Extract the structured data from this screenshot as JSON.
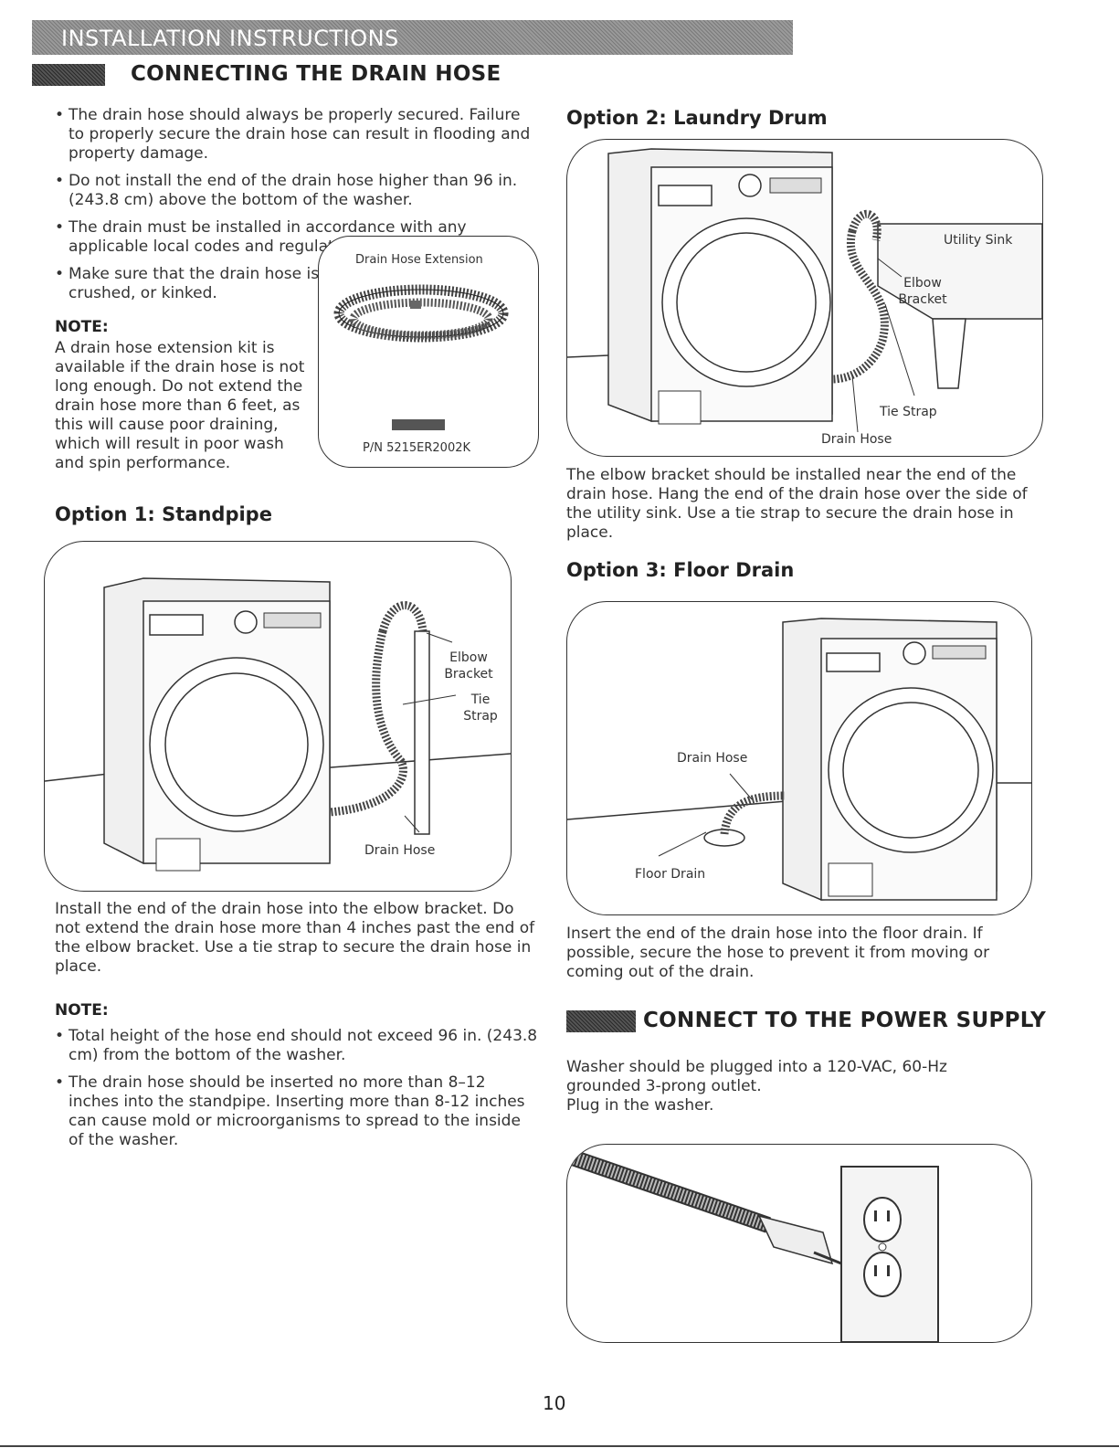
{
  "header": {
    "banner": "INSTALLATION INSTRUCTIONS"
  },
  "drain_section": {
    "title": "CONNECTING THE DRAIN HOSE",
    "bullets": [
      "The drain hose should always be properly secured. Failure to properly secure the drain hose can result in flooding and property damage.",
      "Do not install the end of the drain hose higher than 96 in. (243.8 cm) above the bottom of the washer.",
      "The drain must be installed in accordance with any applicable local codes and regulations.",
      "Make sure that the drain hose is not stretched, pinched, crushed, or kinked."
    ],
    "note_label": "NOTE:",
    "note_text": "A drain hose extension kit is available if the drain hose is not long enough. Do not extend the drain hose more than 6 feet, as this will cause poor draining, which will result in poor wash and spin performance.",
    "extension_title": "Drain Hose Extension",
    "extension_part": "P/N 5215ER2002K"
  },
  "option1": {
    "title": "Option 1: Standpipe",
    "labels": {
      "elbow": "Elbow Bracket",
      "tie": "Tie Strap",
      "hose": "Drain Hose"
    },
    "text": "Install the end of the drain hose into the elbow bracket. Do not extend the drain hose more than 4 inches past the end of the elbow bracket. Use a tie strap to secure the drain hose in place.",
    "note_label": "NOTE:",
    "note_bullets": [
      "Total height of the hose end should not exceed 96 in. (243.8 cm) from the bottom of the washer.",
      "The drain hose should be inserted no more than 8–12 inches into the standpipe. Inserting more than 8-12 inches can cause mold or microorganisms to spread to the inside of the washer."
    ]
  },
  "option2": {
    "title": "Option 2: Laundry Drum",
    "labels": {
      "sink": "Utility Sink",
      "elbow": "Elbow Bracket",
      "tie": "Tie Strap",
      "hose": "Drain Hose"
    },
    "text": "The elbow bracket should be installed near the end of the drain hose. Hang the end of the drain hose over the side of the utility sink. Use a tie strap to secure the drain hose in place."
  },
  "option3": {
    "title": "Option 3: Floor Drain",
    "labels": {
      "hose": "Drain Hose",
      "floor": "Floor Drain"
    },
    "text": "Insert the end of the drain hose into the floor drain. If possible, secure the hose to prevent it from moving or coming out of the drain."
  },
  "power_section": {
    "title": "CONNECT TO THE POWER SUPPLY",
    "text": "Washer should be plugged into a 120-VAC, 60-Hz grounded 3-prong outlet.",
    "text2": "Plug in the washer."
  },
  "footer": {
    "page_number": "10"
  }
}
